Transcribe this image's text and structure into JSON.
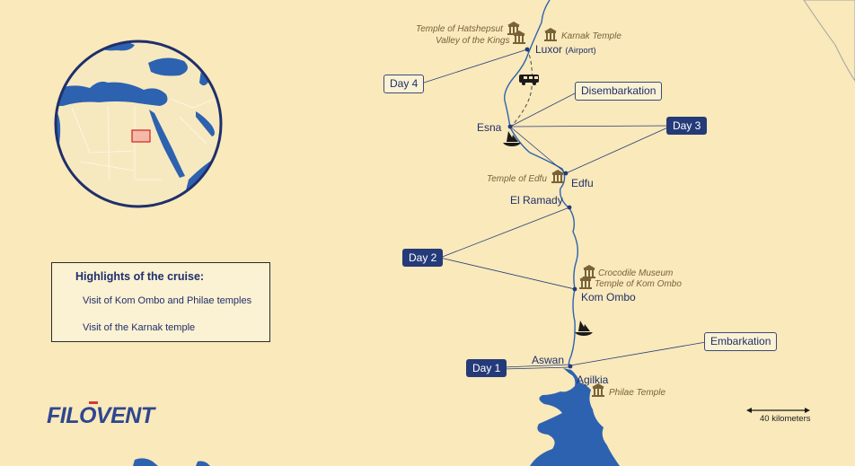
{
  "colors": {
    "background": "#f9e9bb",
    "water": "#2d62b0",
    "navy": "#253a78",
    "poi_brown": "#7a6238",
    "locator_red": "#d53a3a"
  },
  "places": {
    "luxor": "Luxor",
    "luxor_airport": "(Airport)",
    "esna": "Esna",
    "edfu": "Edfu",
    "el_ramady": "El Ramady",
    "kom_ombo": "Kom Ombo",
    "aswan": "Aswan",
    "agilkia": "Agilkia"
  },
  "pois": {
    "hatshepsut": "Temple of Hatshepsut",
    "valley_kings": "Valley of the Kings",
    "karnak": "Karnak Temple",
    "edfu_temple": "Temple of Edfu",
    "crocodile": "Crocodile Museum",
    "kom_ombo_temple": "Temple of Kom Ombo",
    "philae": "Philae Temple"
  },
  "days": {
    "day1": "Day 1",
    "day2": "Day 2",
    "day3": "Day 3",
    "day4": "Day 4"
  },
  "callouts": {
    "embarkation": "Embarkation",
    "disembarkation": "Disembarkation"
  },
  "legend": {
    "title": "Highlights of the cruise:",
    "items": [
      "Visit of Kom Ombo and Philae temples",
      "Visit of the Karnak temple"
    ]
  },
  "logo": {
    "text": "FILOVENT"
  },
  "scale": {
    "label": "40 kilometers"
  },
  "icons": [
    "temple-icon",
    "van-icon",
    "felucca-icon",
    "locator-rectangle"
  ]
}
